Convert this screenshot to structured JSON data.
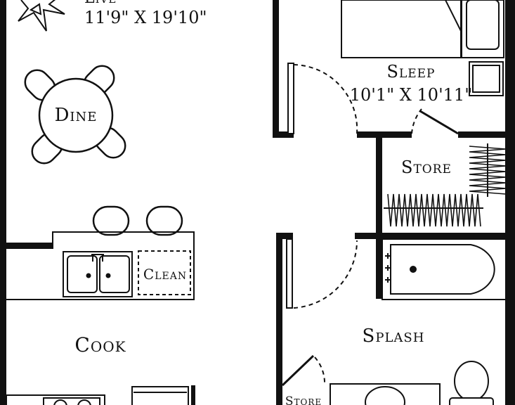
{
  "rooms": {
    "live": {
      "label": "Live",
      "dimensions": "11'9\" X 19'10\""
    },
    "dine": {
      "label": "Dine"
    },
    "clean": {
      "label": "Clean"
    },
    "cook": {
      "label": "Cook"
    },
    "sleep": {
      "label": "Sleep",
      "dimensions": "10'1\" X 10'11\""
    },
    "store": {
      "label": "Store"
    },
    "splash": {
      "label": "Splash"
    },
    "store_small": {
      "label": "Store"
    }
  },
  "colors": {
    "wall": "#111111",
    "background": "#ffffff"
  }
}
